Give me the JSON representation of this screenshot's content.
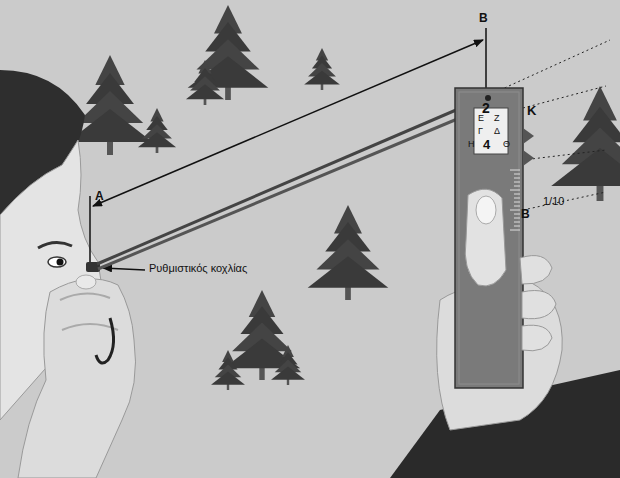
{
  "diagram": {
    "labels": [
      "Β",
      "2",
      "Ε",
      "Ζ",
      "Κ",
      "Γ",
      "Δ",
      "Η",
      "4",
      "Θ",
      "Α",
      "Β",
      "1/10",
      "Ρυθμιστικός κοχλίας"
    ]
  }
}
